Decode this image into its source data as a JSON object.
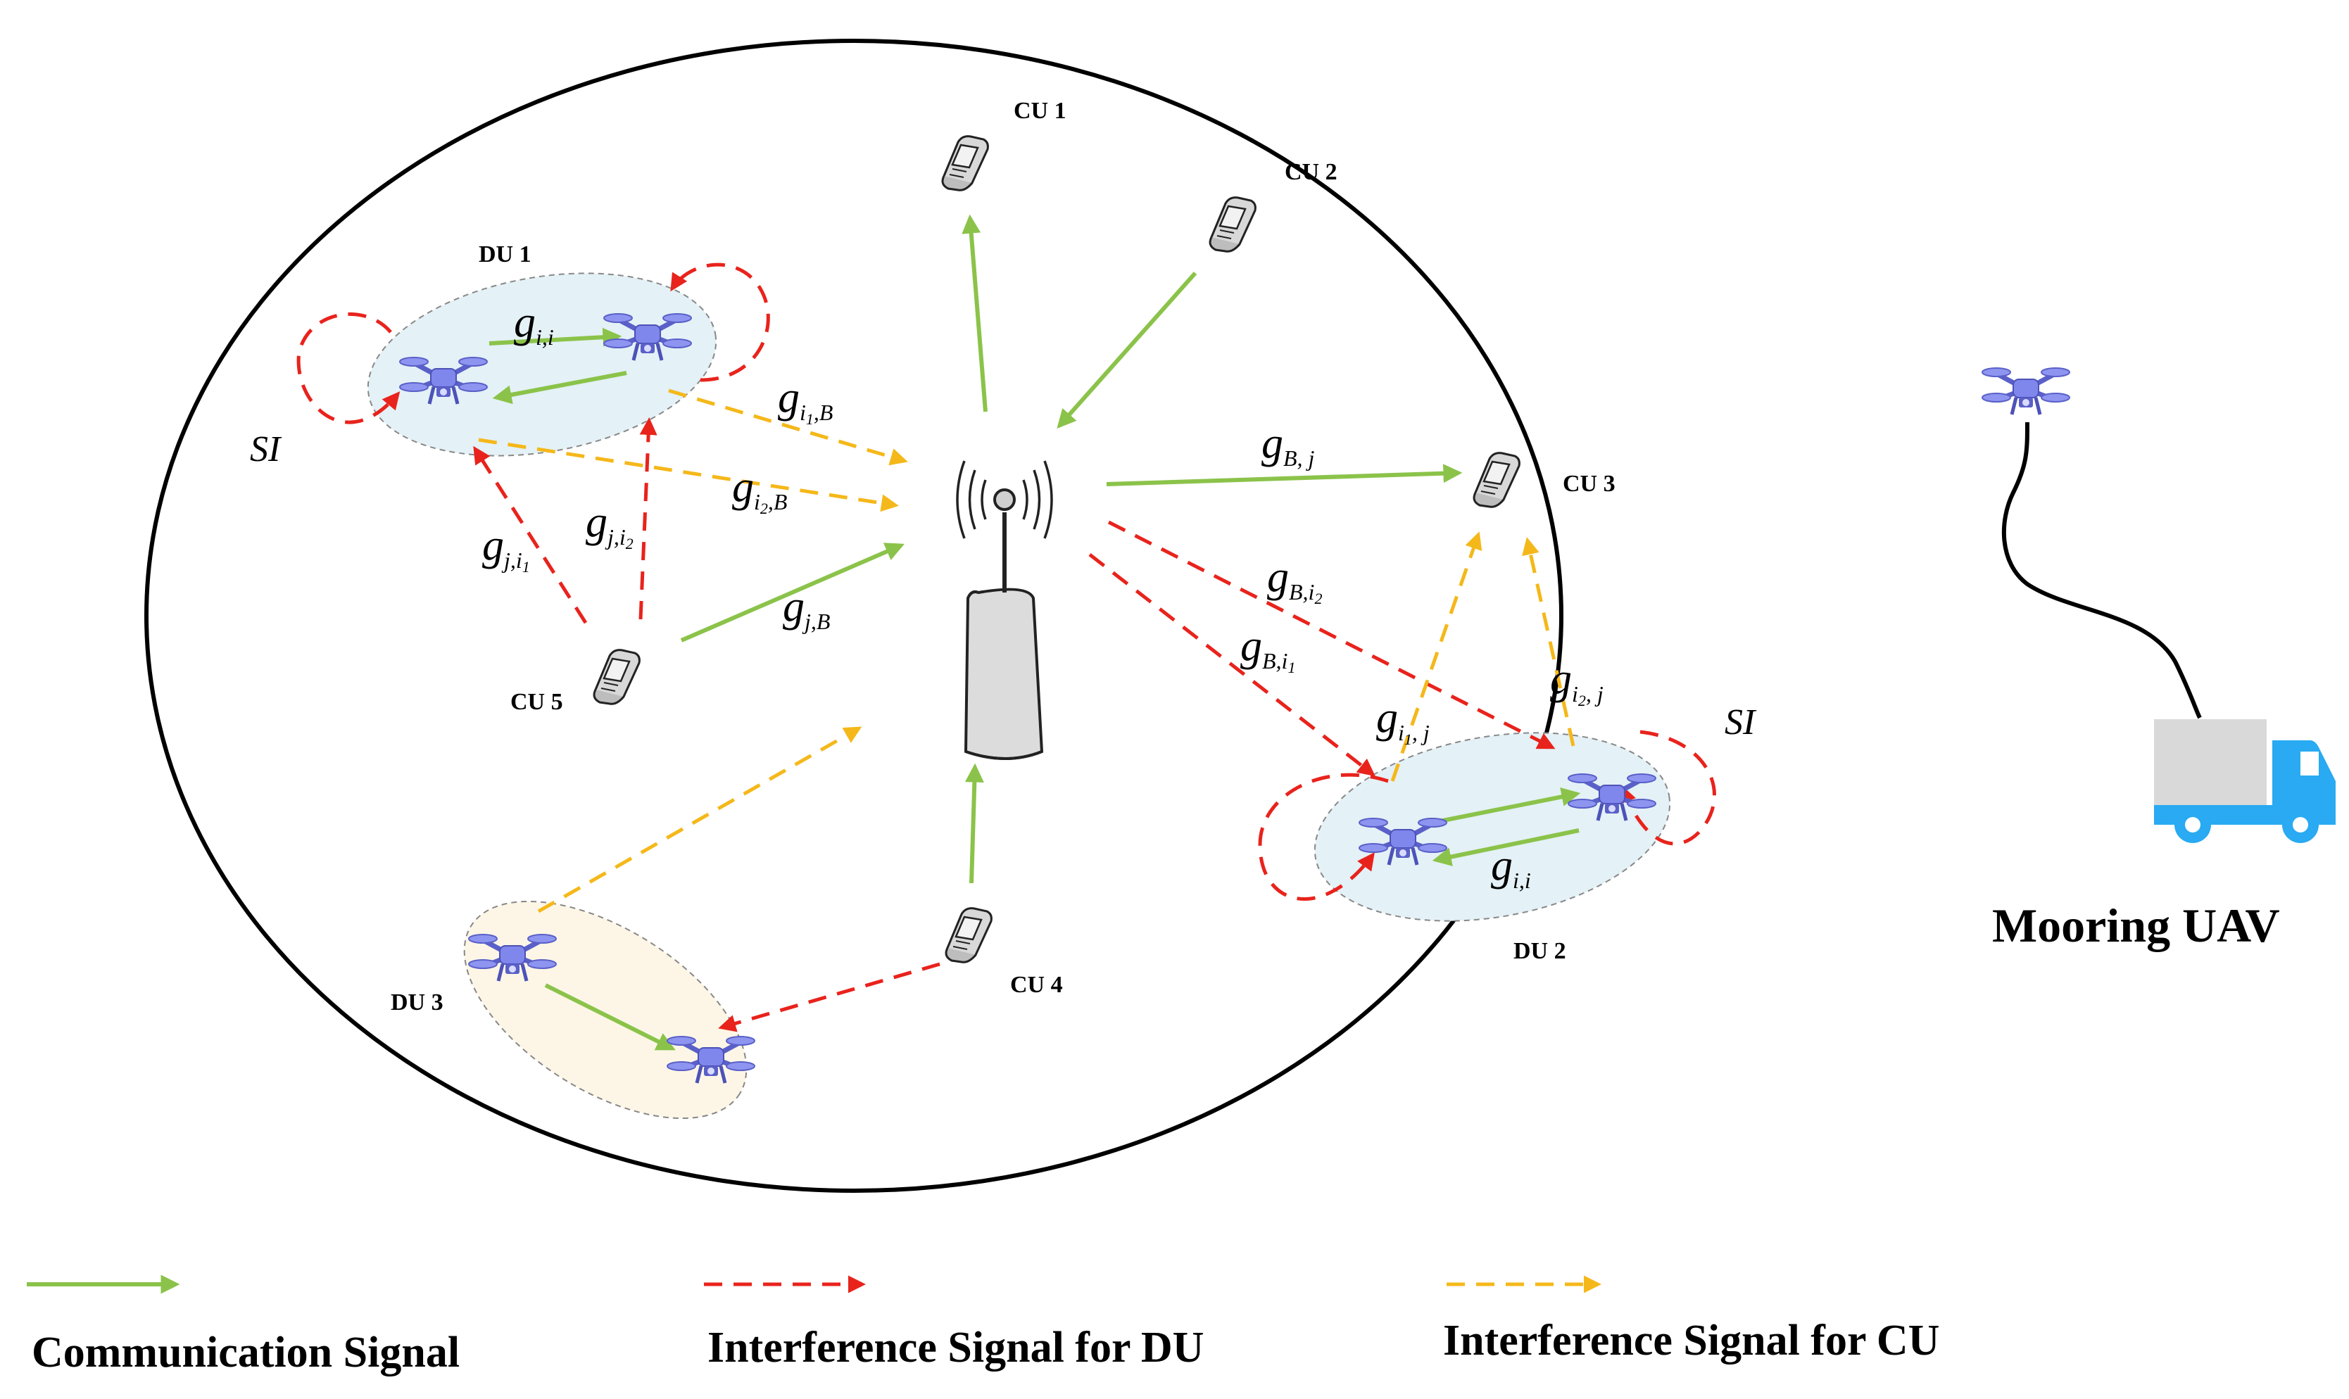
{
  "nodes": {
    "cu1": "CU 1",
    "cu2": "CU 2",
    "cu3": "CU 3",
    "cu4": "CU 4",
    "cu5": "CU 5",
    "du1": "DU 1",
    "du2": "DU 2",
    "du3": "DU 3"
  },
  "si_label": "SI",
  "channels": {
    "g_ii_du1": {
      "base": "g",
      "sub": "i,i"
    },
    "g_i1B": {
      "base": "g",
      "sub": "i",
      "subsub": "1",
      "tail": ",B"
    },
    "g_i2B": {
      "base": "g",
      "sub": "i",
      "subsub": "2",
      "tail": ",B"
    },
    "g_ji2": {
      "base": "g",
      "sub": "j,i",
      "subsub": "2"
    },
    "g_ji1": {
      "base": "g",
      "sub": "j,i",
      "subsub": "1"
    },
    "g_jB": {
      "base": "g",
      "sub": "j,B"
    },
    "g_Bj": {
      "base": "g",
      "sub": "B, j"
    },
    "g_Bi2": {
      "base": "g",
      "sub": "B,i",
      "subsub": "2"
    },
    "g_Bi1": {
      "base": "g",
      "sub": "B,i",
      "subsub": "1"
    },
    "g_i2j": {
      "base": "g",
      "sub": "i",
      "subsub": "2",
      "tail": ", j"
    },
    "g_i1j": {
      "base": "g",
      "sub": "i",
      "subsub": "1",
      "tail": ", j"
    },
    "g_ii_du2": {
      "base": "g",
      "sub": "i,i"
    }
  },
  "legend": {
    "communication": "Communication Signal",
    "interference_du": "Interference Signal for DU",
    "interference_cu": "Interference Signal for CU"
  },
  "mooring_label": "Mooring UAV",
  "colors": {
    "communication": "#8bc34a",
    "interference_du": "#e8231c",
    "interference_cu": "#f5b81a",
    "du_cluster_blue": "#e4f1f6",
    "du_cluster_cream": "#fdf6e6",
    "drone": "#7f86ec",
    "truck_body": "#29aaf2",
    "truck_cargo": "#d9d9d9"
  }
}
